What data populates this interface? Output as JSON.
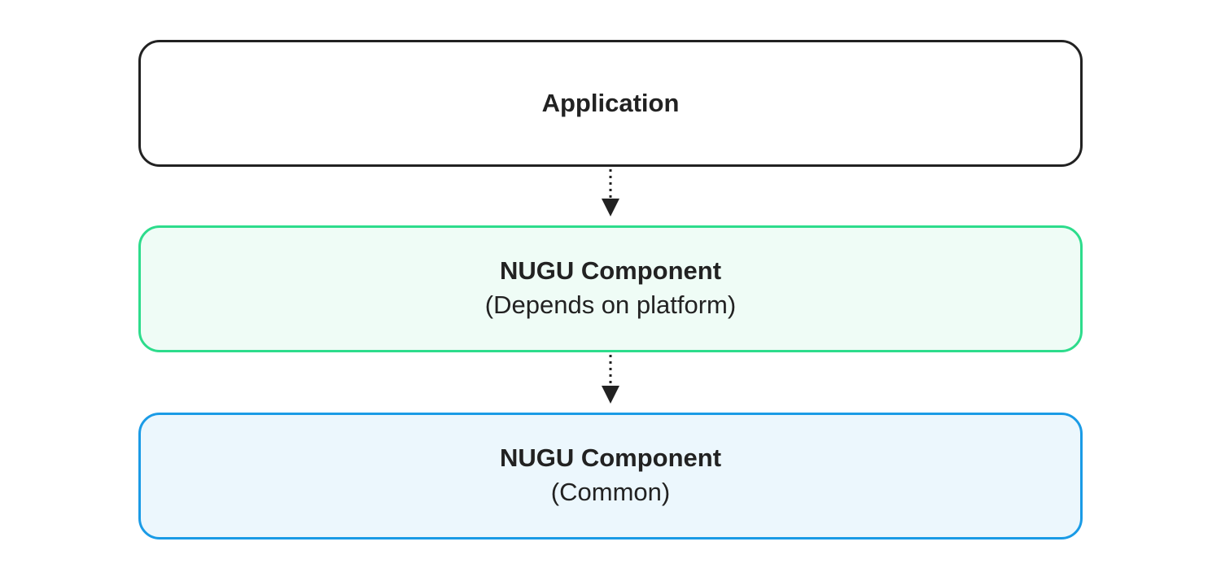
{
  "diagram": {
    "layers": [
      {
        "id": "application",
        "title": "Application",
        "subtitle": "",
        "border_color": "#222222",
        "fill_color": "#ffffff"
      },
      {
        "id": "platform",
        "title": "NUGU Component",
        "subtitle": "(Depends on platform)",
        "border_color": "#2ddc8c",
        "fill_color": "#effcf6"
      },
      {
        "id": "common",
        "title": "NUGU Component",
        "subtitle": "(Common)",
        "border_color": "#1a9be6",
        "fill_color": "#ecf7fd"
      }
    ],
    "arrows": [
      {
        "from": "application",
        "to": "platform",
        "style": "dotted",
        "color": "#222222"
      },
      {
        "from": "platform",
        "to": "common",
        "style": "dotted",
        "color": "#222222"
      }
    ]
  }
}
